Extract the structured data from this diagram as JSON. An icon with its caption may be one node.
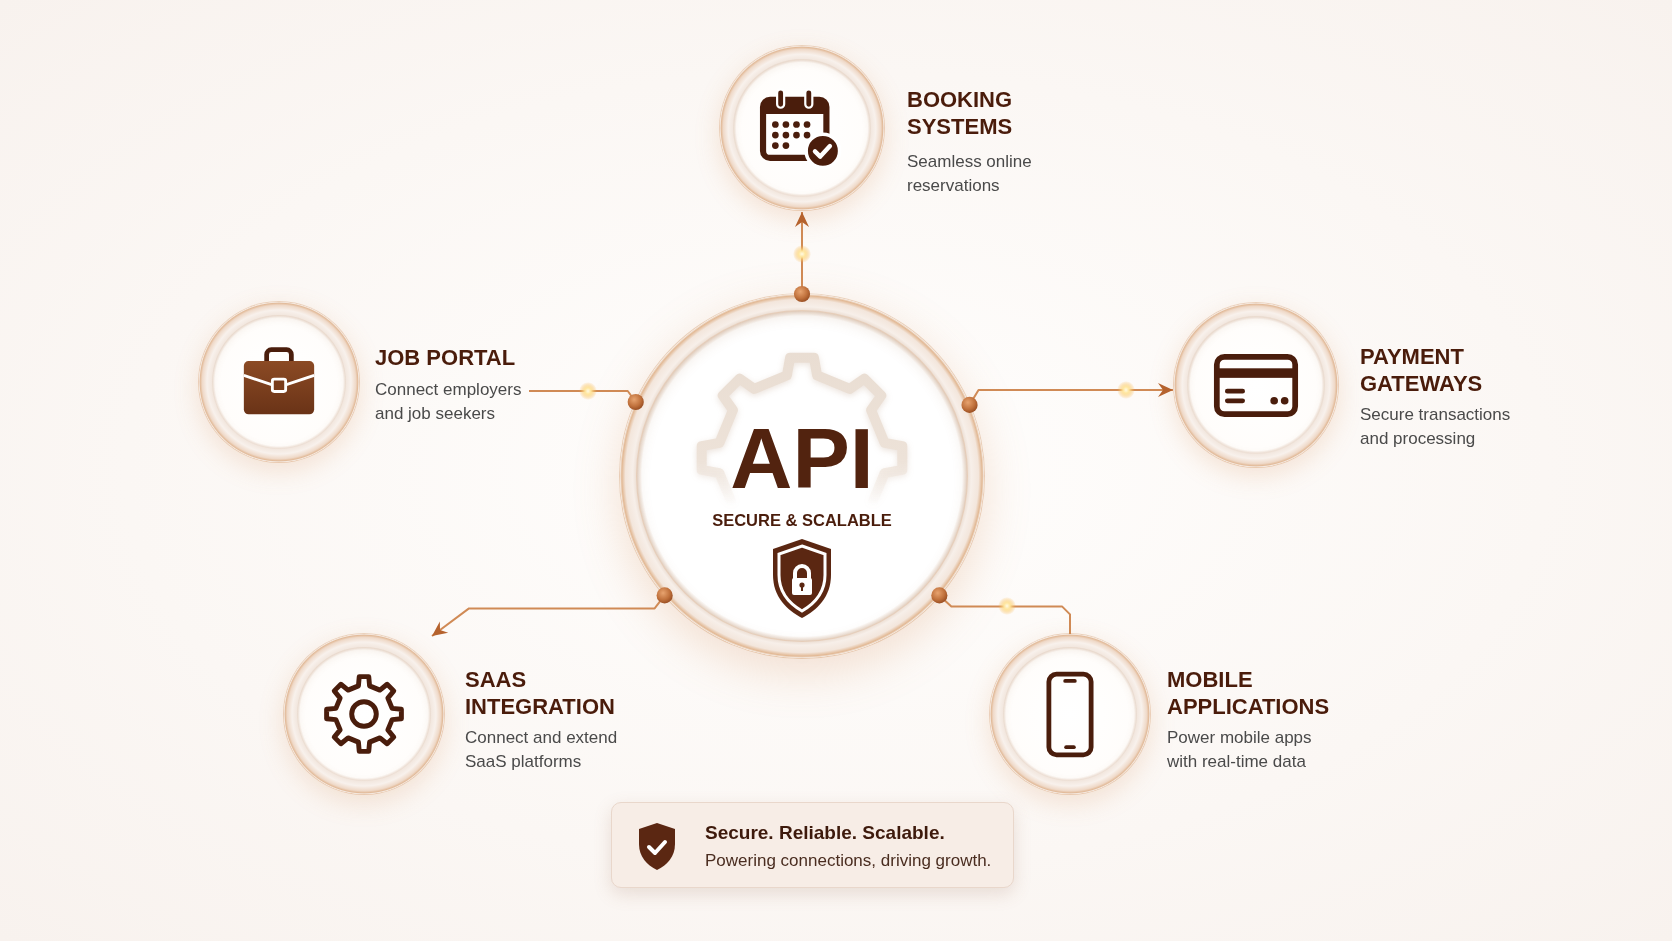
{
  "diagram": {
    "nodes": [
      {
        "text": [
          "BOOKING SYSTEMS",
          "Seamless online reservations"
        ]
      },
      {
        "text": [
          "JOB PORTAL",
          "Connect employers and job seekers"
        ]
      },
      {
        "text": [
          "API",
          "SECURE & SCALABLE"
        ]
      },
      {
        "text": [
          "PAYMENT GATEWAYS",
          "Secure transactions and processing"
        ]
      },
      {
        "text": [
          "SAAS INTEGRATION",
          "Connect and extend SaaS platforms"
        ]
      },
      {
        "text": [
          "MOBILE APPLICATIONS",
          "Power mobile apps with real-time data"
        ]
      },
      {
        "text": [
          "Secure. Reliable. Scalable.",
          "Powering connections, driving growth."
        ]
      }
    ],
    "edges": [
      {
        "from": 2,
        "to": 0,
        "arrow": "to"
      },
      {
        "from": 2,
        "to": 1,
        "arrow": "other"
      },
      {
        "from": 2,
        "to": 3,
        "arrow": "to"
      },
      {
        "from": 2,
        "to": 4,
        "arrow": "to"
      },
      {
        "from": 2,
        "to": 5,
        "arrow": "other"
      }
    ]
  }
}
